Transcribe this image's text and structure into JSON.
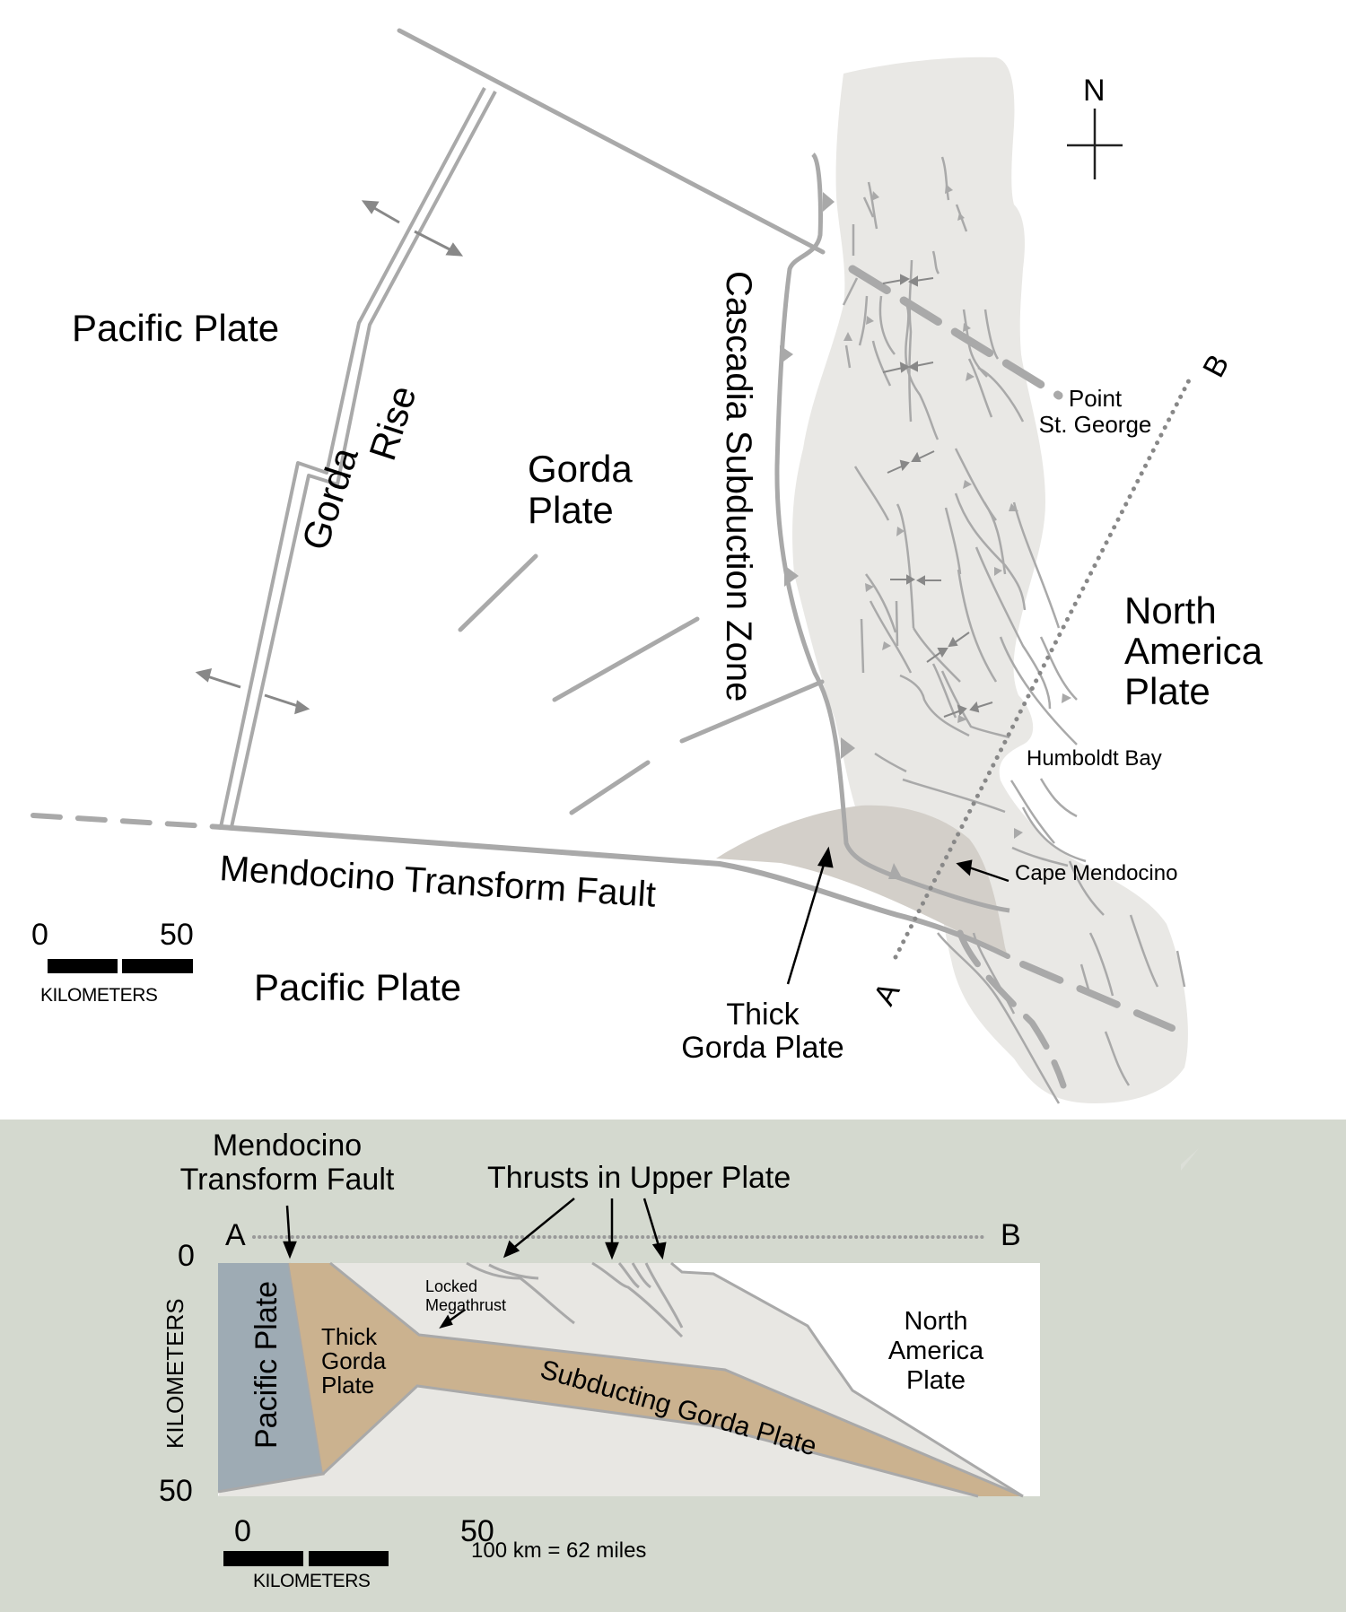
{
  "map": {
    "plates": {
      "pacific_north": "Pacific Plate",
      "pacific_south": "Pacific Plate",
      "gorda_line1": "Gorda",
      "gorda_line2": "Plate",
      "north_america_line1": "North",
      "north_america_line2": "America",
      "north_america_line3": "Plate"
    },
    "features": {
      "gorda_rise_word1": "Gorda",
      "gorda_rise_word2": "Rise",
      "cascadia": "Cascadia Subduction Zone",
      "mendocino_fault": "Mendocino Transform Fault",
      "thick_gorda_line1": "Thick",
      "thick_gorda_line2": "Gorda Plate"
    },
    "places": {
      "point_st_george_line1": "Point",
      "point_st_george_line2": "St. George",
      "humboldt_bay": "Humboldt Bay",
      "cape_mendocino": "Cape Mendocino"
    },
    "profile_line": {
      "start": "A",
      "end": "B"
    },
    "north_arrow": {
      "label": "N",
      "icon": "north-arrow-icon"
    },
    "scale_bar": {
      "min": "0",
      "max": "50",
      "unit": "KILOMETERS"
    }
  },
  "cross_section": {
    "title_mendocino_line1": "Mendocino",
    "title_mendocino_line2": "Transform Fault",
    "title_thrusts": "Thrusts in Upper Plate",
    "endpoint_a": "A",
    "endpoint_b": "B",
    "depth_axis": {
      "label": "KILOMETERS",
      "top": "0",
      "bottom": "50"
    },
    "units": {
      "pacific": "Pacific Plate",
      "thick_gorda_line1": "Thick",
      "thick_gorda_line2": "Gorda",
      "thick_gorda_line3": "Plate",
      "locked_line1": "Locked",
      "locked_line2": "Megathrust",
      "subducting": "Subducting Gorda Plate",
      "north_america_line1": "North",
      "north_america_line2": "America",
      "north_america_line3": "Plate"
    },
    "scale_bar": {
      "min": "0",
      "max": "50",
      "unit": "KILOMETERS"
    },
    "conversion_note": "100 km = 62 miles"
  },
  "colors": {
    "land": "#e9e8e5",
    "thick_gorda_map": "#d3cfc9",
    "fault_line": "#a9a9a9",
    "panel_bg": "#d4d9cf",
    "pacific_section": "#9eabb4",
    "gorda_section": "#cbb28f",
    "wedge": "#e8e7e3"
  }
}
